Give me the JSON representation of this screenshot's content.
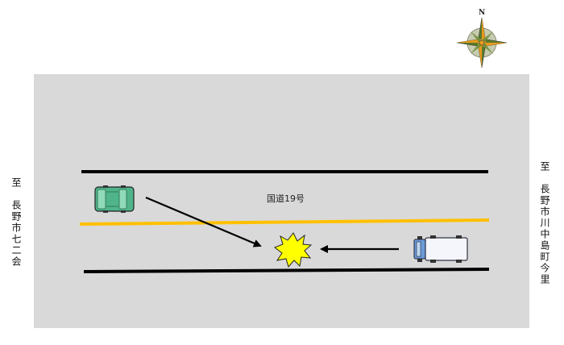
{
  "compass": {
    "north_label": "N"
  },
  "road": {
    "name": "国道19号"
  },
  "directions": {
    "left": "至　長野市七二会",
    "right": "至　長野市川中島町今里"
  },
  "colors": {
    "area": "#d9d9d9",
    "center_line": "#ffc000",
    "edge_line": "#000000",
    "car": "#4fb48a",
    "impact": "#ffff00"
  },
  "elements": {
    "car": "passenger-car-icon",
    "truck": "truck-icon",
    "impact": "collision-star-icon",
    "compass": "compass-rose-icon"
  }
}
